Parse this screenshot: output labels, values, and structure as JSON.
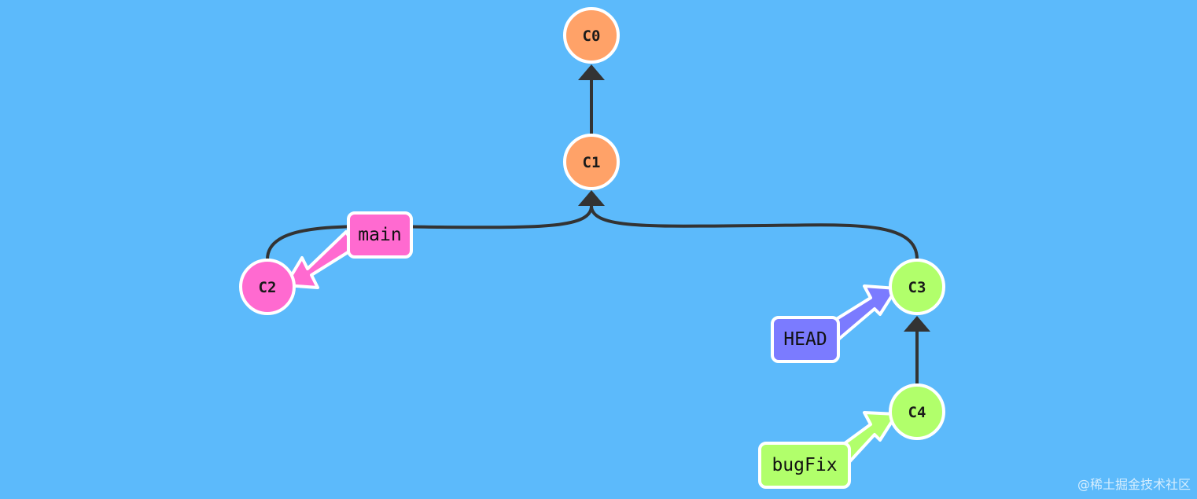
{
  "commits": [
    {
      "id": "C0",
      "color": "#ffa268"
    },
    {
      "id": "C1",
      "color": "#ffa268"
    },
    {
      "id": "C2",
      "color": "#ff6ad0"
    },
    {
      "id": "C3",
      "color": "#b1ff6b"
    },
    {
      "id": "C4",
      "color": "#b1ff6b"
    }
  ],
  "refs": {
    "main": {
      "label": "main",
      "color": "#ff6ad0"
    },
    "head": {
      "label": "HEAD",
      "color": "#7b7bff"
    },
    "bugfix": {
      "label": "bugFix",
      "color": "#b1ff6b"
    }
  },
  "colors": {
    "background": "#5cbafb",
    "edge": "#333333",
    "outline": "#ffffff"
  },
  "watermark": "@稀土掘金技术社区"
}
